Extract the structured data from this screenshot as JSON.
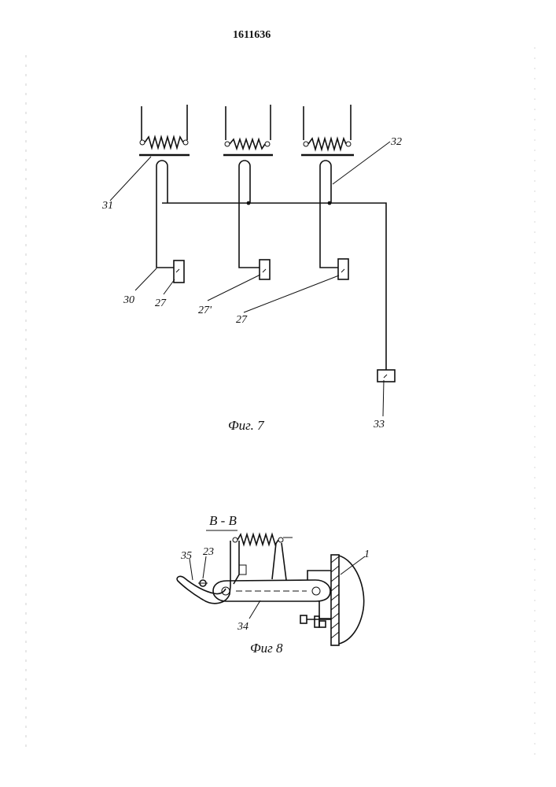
{
  "header": {
    "patent_number": "1611636"
  },
  "figure7": {
    "caption": "Фиг. 7",
    "labels": {
      "l31": "31",
      "l32": "32",
      "l30": "30",
      "l27a": "27",
      "l27b": "27'",
      "l27c": "27",
      "l33": "33"
    }
  },
  "figure8": {
    "section": "B - B",
    "caption": "Фиг 8",
    "labels": {
      "l35": "35",
      "l23": "23",
      "l34": "34",
      "l1": "1"
    }
  }
}
